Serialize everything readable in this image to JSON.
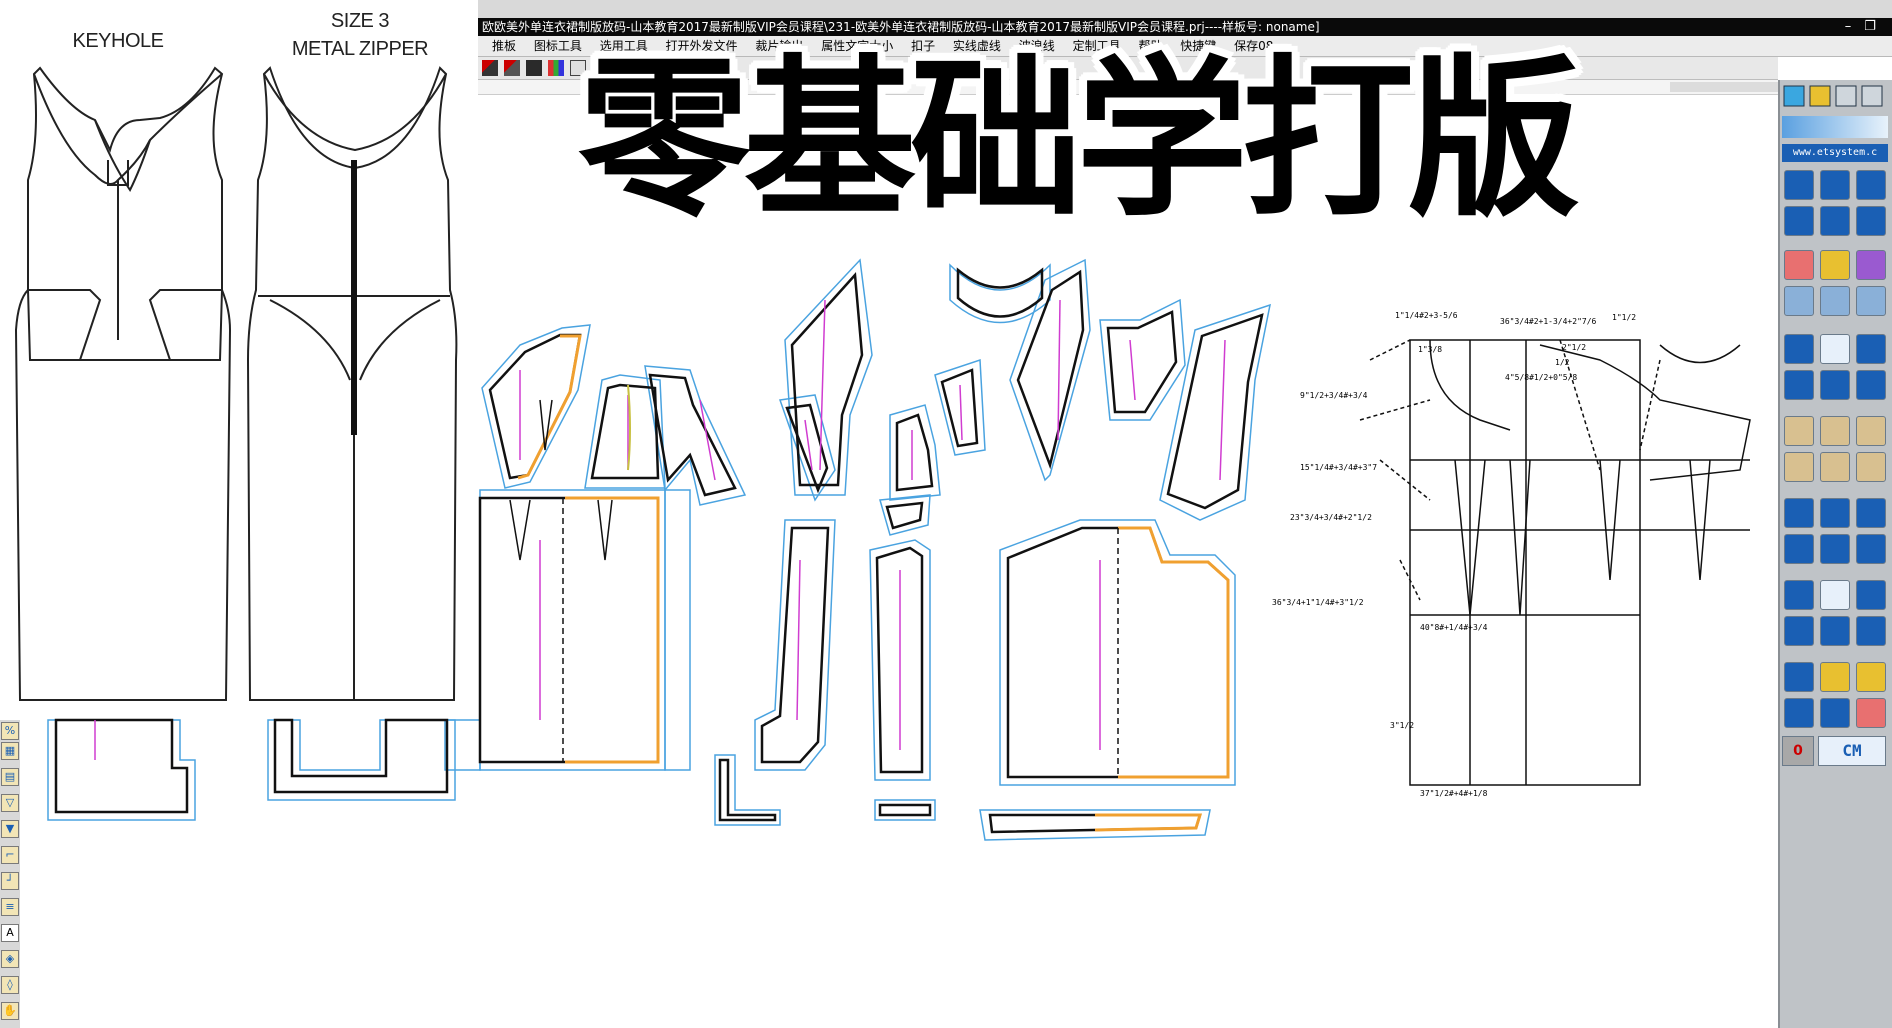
{
  "window": {
    "title_path": "欧美外单连衣裙制版放码-山本教育2017最新制版VIP会员课程\\231-欧美外单连衣裙制版放码-山本教育2017最新制版VIP会员课程.prj----样板号: noname]",
    "prefix": "欧"
  },
  "menu": {
    "items": [
      "推板",
      "图标工具",
      "选用工具",
      "打开外发文件",
      "裁片输出",
      "属性文字大小",
      "扣子",
      "实线虚线",
      "波浪线",
      "定制工具",
      "帮助",
      "快捷键",
      "保存08"
    ]
  },
  "sketch": {
    "front_label": "KEYHOLE",
    "back_label_line1": "SIZE 3",
    "back_label_line2": "METAL ZIPPER"
  },
  "hero": {
    "text": "零基础学打版"
  },
  "palette": {
    "url": "www.etsystem.c",
    "unit": "CM",
    "counter": "0"
  },
  "left_tools": {
    "text_tool": "A"
  },
  "draft": {
    "labels": [
      "1\"1/4#2+3-5/6",
      "36\"3/4#2+1-3/4+2\"7/6",
      "1\"1/2",
      "2\"1/2",
      "1\"3/8",
      "1/2",
      "4\"5/8#1/2+0\"5/8",
      "9\"1/2+3/4#+3/4",
      "15\"1/4#+3/4#+3\"7",
      "23\"3/4+3/4#+2\"1/2",
      "36\"3/4+1\"1/4#+3\"1/2",
      "40\"8#+1/4#+3/4",
      "37\"1/2#+4#+1/8",
      "3\"1/2"
    ]
  },
  "colors": {
    "accent_blue": "#1a5fb4",
    "piece_outline": "#4aa3e0",
    "grain_line": "#d03cd0",
    "highlight_orange": "#f0a030",
    "dart_yellow": "#c8c040"
  }
}
